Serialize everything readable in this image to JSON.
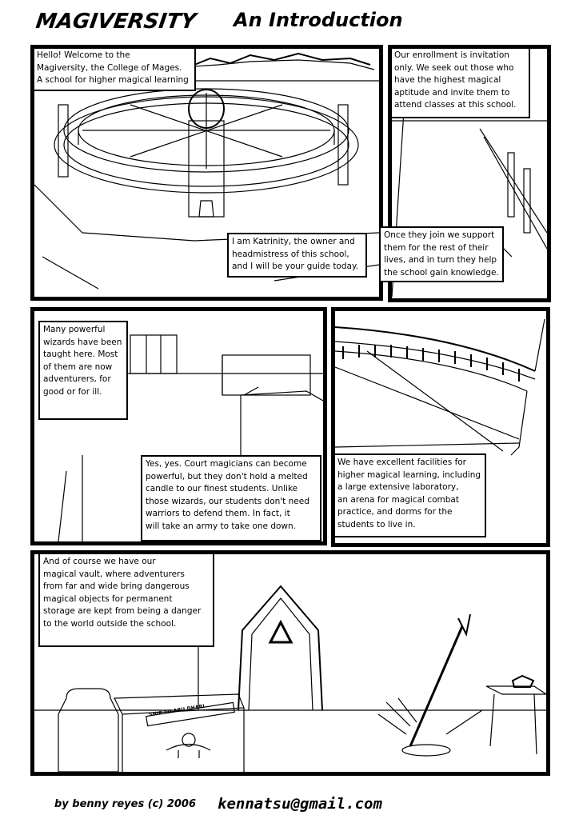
{
  "header": {
    "title": "MAGIVERSITY",
    "subtitle": "An Introduction"
  },
  "captions": {
    "welcome": "Hello!  Welcome to the\nMagiversity, the College of Mages.\nA school for higher magical learning",
    "enrollment": "Our enrollment is invitation\nonly.  We seek out those who\nhave the highest magical\naptitude and invite them to\nattend classes at this school.",
    "katrinity": "I am Katrinity, the owner and\nheadmistress of this school,\nand I will be your guide today.",
    "support": "Once they join we support\nthem for the rest of their\nlives, and in turn they help\nthe school gain knowledge.",
    "wizards": "Many powerful\nwizards have been\ntaught here.  Most\nof them are now\nadventurers, for\ngood or for ill.",
    "court": "Yes, yes.  Court magicians can become\npowerful, but they don't hold a melted\ncandle to our finest students.  Unlike\nthose wizards, our students don't need\nwarriors to defend them.  In fact, it\nwill take an army to take one down.",
    "facilities": "We have excellent facilities for\nhigher magical learning, including\na large extensive laboratory,\nan arena for magical combat\npractice, and dorms for the\nstudents to live in.",
    "vault": "And of course we have our\nmagical vault, where adventurers\nfrom far and wide bring dangerous\nmagical objects for permanent\nstorage are kept from being a danger\nto the world outside the school."
  },
  "crate_label": "SHIP TO ABU DHABI",
  "footer": {
    "credit": "by benny reyes (c) 2006",
    "email": "kennatsu@gmail.com"
  }
}
